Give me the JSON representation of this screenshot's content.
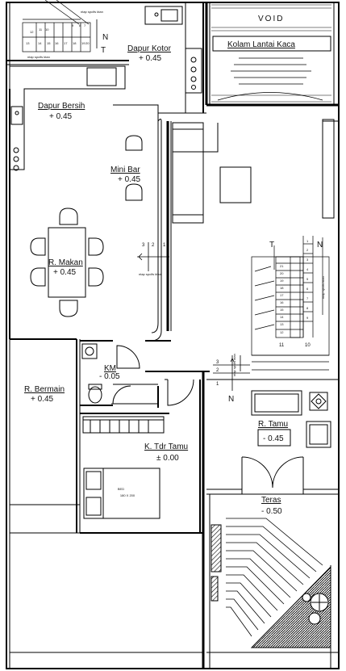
{
  "rooms": {
    "dapur_kotor": {
      "name": "Dapur Kotor",
      "level": "+ 0.45"
    },
    "void": {
      "name": "VOID"
    },
    "kolam": {
      "name": "Kolam Lantai Kaca"
    },
    "dapur_bersih": {
      "name": "Dapur Bersih",
      "level": "+ 0.45"
    },
    "mini_bar": {
      "name": "Mini Bar",
      "level": "+ 0.45"
    },
    "r_makan": {
      "name": "R. Makan",
      "level": "+ 0.45"
    },
    "km": {
      "name": "KM",
      "level": "- 0.05"
    },
    "r_bermain": {
      "name": "R. Bermain",
      "level": "+ 0.45"
    },
    "r_tamu": {
      "name": "R. Tamu",
      "level": "- 0.45"
    },
    "k_tdr_tamu": {
      "name": "K. Tdr Tamu",
      "level": "± 0.00"
    },
    "teras": {
      "name": "Teras",
      "level": "- 0.50"
    }
  },
  "bed": {
    "label": "BED",
    "size": "180 X 200"
  },
  "north": "N",
  "annotations": {
    "tread": "T",
    "stair_note": "ntap spcifs ktan"
  },
  "stairs": {
    "top_upper": [
      "12",
      "11",
      "10",
      "9",
      "8",
      "7"
    ],
    "top_lower": [
      "13",
      "14",
      "15",
      "16",
      "17",
      "18",
      "19",
      "20"
    ],
    "mid_left_flight": [
      "3",
      "2",
      "1"
    ],
    "right_left_col": [
      "21",
      "20",
      "19",
      "18",
      "17",
      "16",
      "15",
      "14",
      "13",
      "12"
    ],
    "right_right_col": [
      "1",
      "2",
      "3",
      "4",
      "5",
      "6",
      "7",
      "8",
      "9"
    ],
    "right_landing": [
      "11",
      "10"
    ],
    "bottom_flight": [
      "3",
      "2",
      "1"
    ]
  }
}
